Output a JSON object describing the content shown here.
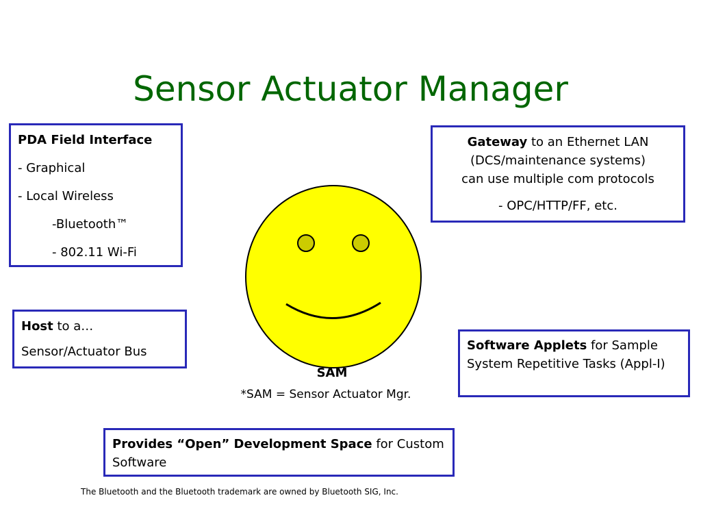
{
  "title": "Sensor Actuator Manager",
  "pda": {
    "heading": "PDA Field Interface",
    "item1": "- Graphical",
    "item2": "- Local Wireless",
    "sub1": "-Bluetooth™",
    "sub2": "- 802.11 Wi-Fi"
  },
  "gateway": {
    "bold": "Gateway",
    "rest": " to an Ethernet LAN",
    "line2": "(DCS/maintenance systems)",
    "line3": "can use multiple com protocols",
    "line4": "- OPC/HTTP/FF, etc."
  },
  "host": {
    "bold": "Host",
    "rest": " to a…",
    "line2": "Sensor/Actuator Bus"
  },
  "applets": {
    "bold": "Software Applets",
    "rest": " for Sample System Repetitive Tasks (Appl-I)"
  },
  "dev": {
    "bold": "Provides “Open” Development Space",
    "rest": " for Custom Software"
  },
  "sam": {
    "label": "SAM",
    "definition": "*SAM = Sensor Actuator Mgr."
  },
  "footnote": "The Bluetooth and the Bluetooth trademark are owned by Bluetooth SIG, Inc.",
  "colors": {
    "title": "#006600",
    "box_border": "#2929b8",
    "face_fill": "#ffff00",
    "eye_fill": "#cccc00"
  }
}
